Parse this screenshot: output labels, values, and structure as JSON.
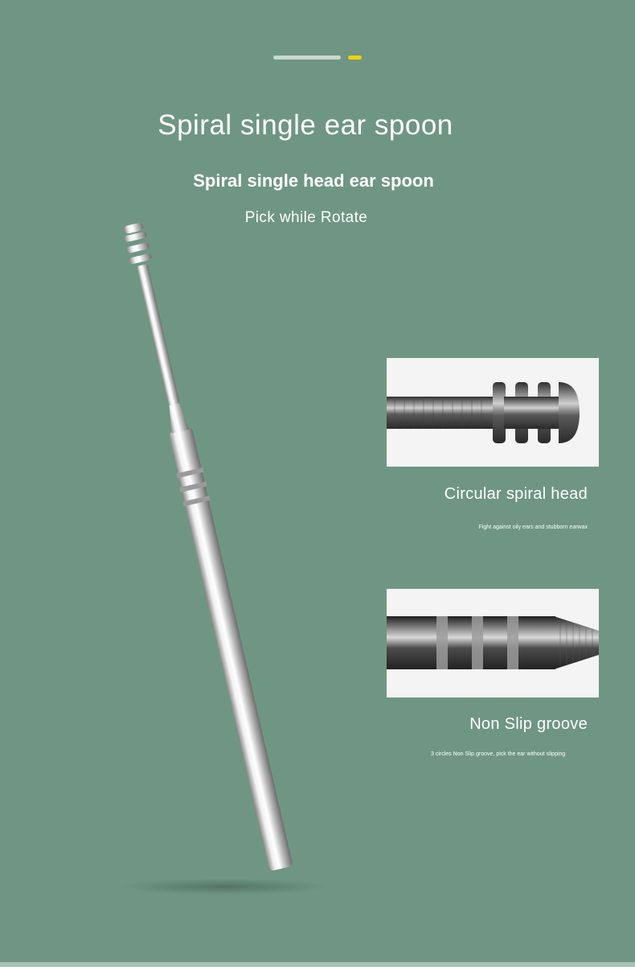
{
  "header": {
    "title": "Spiral single ear spoon",
    "subtitle": "Spiral single head ear spoon",
    "tagline": "Pick while Rotate"
  },
  "pager": {
    "count": 2,
    "active_index": 1,
    "active_color": "#f2d300",
    "inactive_color": "#c9d8d0"
  },
  "features": [
    {
      "title": "Circular spiral head",
      "description": "Fight against oily ears and stubborn earwax",
      "image_icon": "spiral-head-closeup-photo"
    },
    {
      "title": "Non Slip groove",
      "description": "3 circles Non Slip groove, pick the ear without slipping",
      "image_icon": "grip-groove-closeup-photo"
    }
  ],
  "colors": {
    "background": "#6f9683",
    "text": "#ffffff",
    "metal": "#c8c8c8"
  }
}
